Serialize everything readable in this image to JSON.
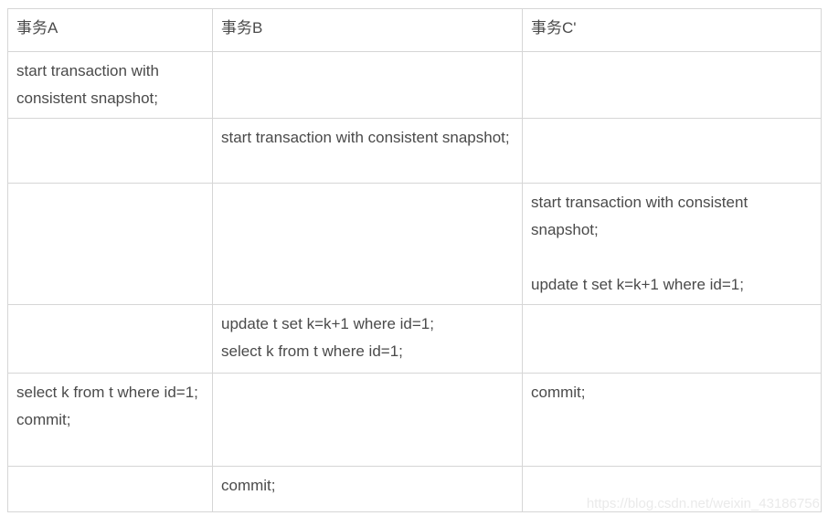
{
  "table": {
    "headers": {
      "a": "事务A",
      "b": "事务B",
      "c": "事务C'"
    },
    "rows": [
      {
        "a": "start transaction with consistent snapshot;",
        "b": "",
        "c": ""
      },
      {
        "a": "",
        "b": "start transaction with consistent snapshot;",
        "c": ""
      },
      {
        "a": "",
        "b": "",
        "c": "start transaction with consistent snapshot;\n\nupdate t set k=k+1 where id=1;"
      },
      {
        "a": "",
        "b": "update t set k=k+1 where id=1;\nselect k from t where id=1;",
        "c": ""
      },
      {
        "a": "select k from t where id=1;\ncommit;",
        "b": "",
        "c": "commit;"
      },
      {
        "a": "",
        "b": "commit;",
        "c": ""
      }
    ]
  },
  "watermark": {
    "text": "https://blog.csdn.net/weixin_43186756"
  },
  "colors": {
    "text": "#4a4a4a",
    "border": "#d6d6d6",
    "watermark": "#eaeaea",
    "background": "#ffffff"
  }
}
